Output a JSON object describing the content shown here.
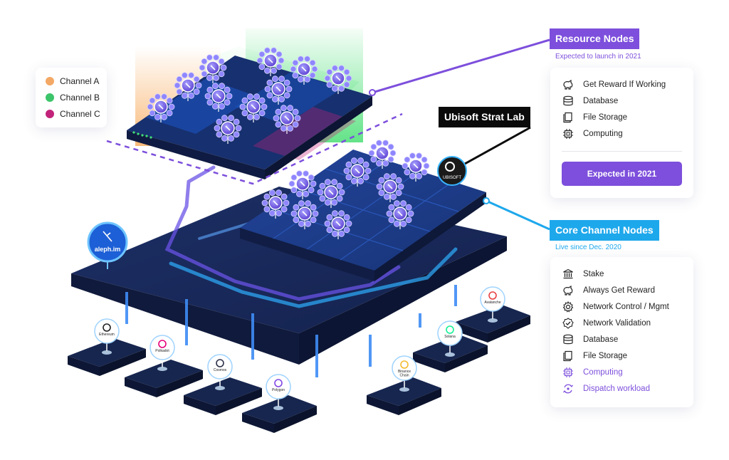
{
  "legend": [
    {
      "label": "Channel A",
      "color": "#f4a865"
    },
    {
      "label": "Channel B",
      "color": "#3cc46a"
    },
    {
      "label": "Channel C",
      "color": "#c2237a"
    }
  ],
  "resource_nodes": {
    "title": "Resource Nodes",
    "subtitle": "Expected to launch in 2021",
    "accent": "#7d4fdc",
    "items": [
      {
        "label": "Get Reward If Working",
        "icon": "piggy-bank-icon"
      },
      {
        "label": "Database",
        "icon": "database-icon"
      },
      {
        "label": "File Storage",
        "icon": "file-storage-icon"
      },
      {
        "label": "Computing",
        "icon": "cpu-chip-icon"
      }
    ],
    "cta": "Expected in 2021"
  },
  "ubisoft": {
    "tag": "Ubisoft Strat Lab",
    "logo_text": "UBISOFT"
  },
  "core_nodes": {
    "title": "Core Channel Nodes",
    "subtitle": "Live since Dec. 2020",
    "accent": "#1ea8ec",
    "items": [
      {
        "label": "Stake",
        "icon": "bank-icon",
        "highlight": false
      },
      {
        "label": "Always Get Reward",
        "icon": "piggy-bank-icon",
        "highlight": false
      },
      {
        "label": "Network Control / Mgmt",
        "icon": "gear-icon",
        "highlight": false
      },
      {
        "label": "Network Validation",
        "icon": "check-badge-icon",
        "highlight": false
      },
      {
        "label": "Database",
        "icon": "database-icon",
        "highlight": false
      },
      {
        "label": "File Storage",
        "icon": "file-storage-icon",
        "highlight": false
      },
      {
        "label": "Computing",
        "icon": "cpu-chip-icon",
        "highlight": true
      },
      {
        "label": "Dispatch workload",
        "icon": "dispatch-icon",
        "highlight": true
      }
    ]
  },
  "aleph_label": "aleph.im",
  "chains": [
    "Ethereum",
    "Polkadot",
    "Cosmos",
    "Polygon",
    "Binance Chain",
    "Solana",
    "Avalanche"
  ]
}
